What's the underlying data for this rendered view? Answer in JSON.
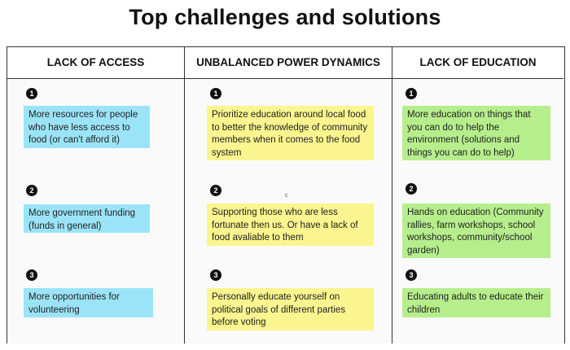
{
  "title": "Top challenges and solutions",
  "columns": [
    {
      "header": "LACK OF ACCESS",
      "items": [
        {
          "num": "1",
          "text": "More resources for people who have less access to food (or can't afford it)"
        },
        {
          "num": "2",
          "text": "More government funding (funds in general)"
        },
        {
          "num": "3",
          "text": "More opportunities for volunteering"
        }
      ]
    },
    {
      "header": "UNBALANCED POWER DYNAMICS",
      "items": [
        {
          "num": "1",
          "text": "Prioritize education around local food to better the knowledge of community members when it comes to the food system"
        },
        {
          "num": "2",
          "text": "Supporting those who are less fortunate then us. Or have a lack of food avaliable to them"
        },
        {
          "num": "3",
          "text": "Personally educate yourself on political goals of different parties before voting"
        }
      ]
    },
    {
      "header": "LACK OF EDUCATION",
      "items": [
        {
          "num": "1",
          "text": "More education on things that you can do to help the environment (solutions and things you can do to help)"
        },
        {
          "num": "2",
          "text": "Hands on education (Community rallies, farm workshops, school workshops, community/school garden)"
        },
        {
          "num": "3",
          "text": "Educating adults to educate their children"
        }
      ]
    }
  ],
  "colors": {
    "col1_note": "#9be4f8",
    "col2_note": "#fbf58f",
    "col3_note": "#b6ee8c"
  }
}
